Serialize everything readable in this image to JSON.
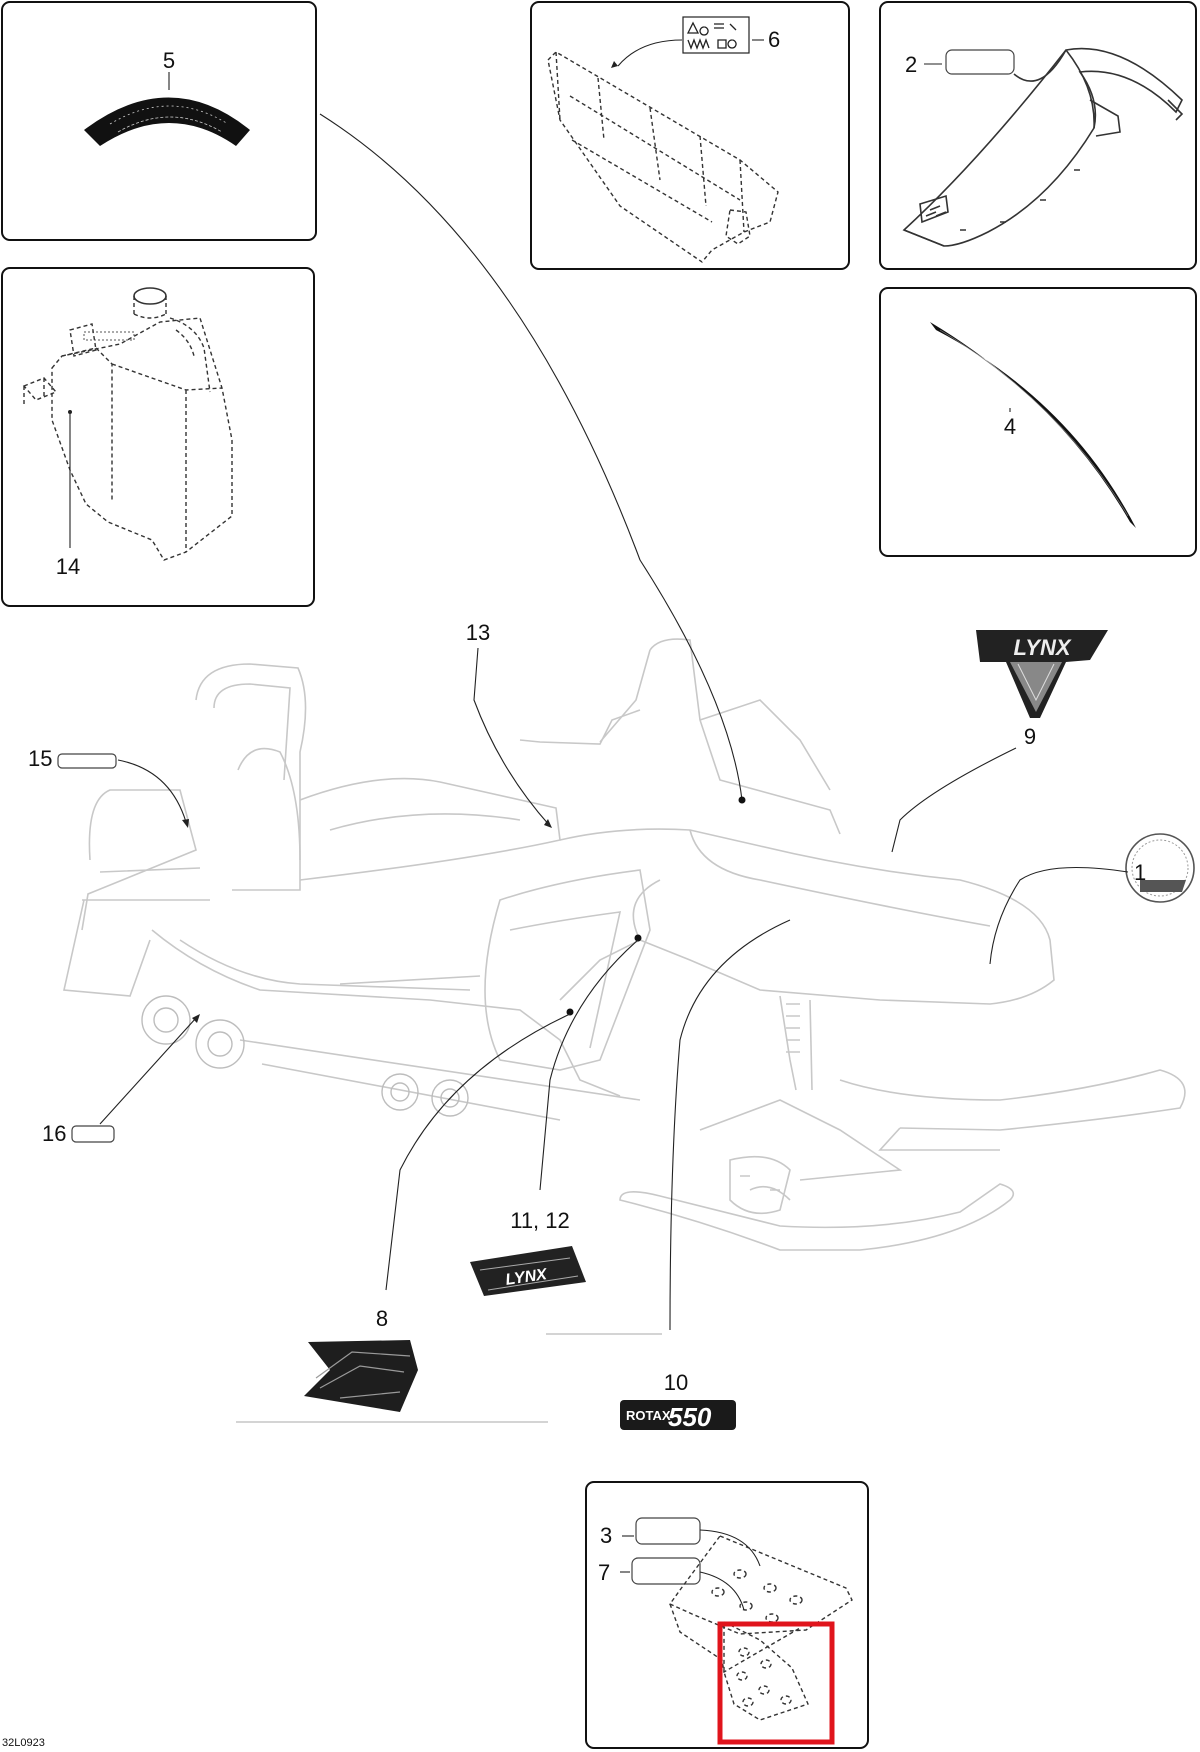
{
  "drawing_id": "32L0923",
  "callouts": {
    "c1": "1",
    "c2": "2",
    "c3": "3",
    "c4": "4",
    "c5": "5",
    "c6": "6",
    "c7": "7",
    "c8": "8",
    "c9": "9",
    "c10": "10",
    "c11_12": "11, 12",
    "c13": "13",
    "c14": "14",
    "c15": "15",
    "c16": "16"
  },
  "decals": {
    "lynx_badge": "LYNX",
    "lynx_side": "LYNX",
    "rotax": "ROTAX",
    "rotax_model": "550"
  },
  "highlight_color": "#e0141c"
}
